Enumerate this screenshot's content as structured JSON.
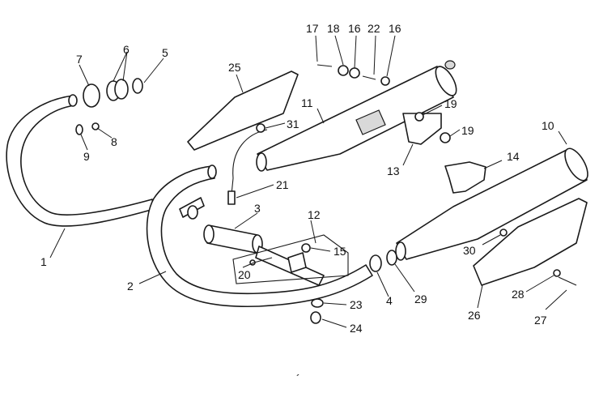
{
  "diagram": {
    "callouts": [
      "1",
      "2",
      "3",
      "4",
      "5",
      "6",
      "7",
      "8",
      "9",
      "10",
      "11",
      "12",
      "13",
      "14",
      "15",
      "16",
      "16",
      "17",
      "18",
      "19",
      "19",
      "20",
      "21",
      "22",
      "23",
      "24",
      "25",
      "26",
      "27",
      "28",
      "29",
      "30",
      "31"
    ],
    "footer_mark": "´"
  }
}
